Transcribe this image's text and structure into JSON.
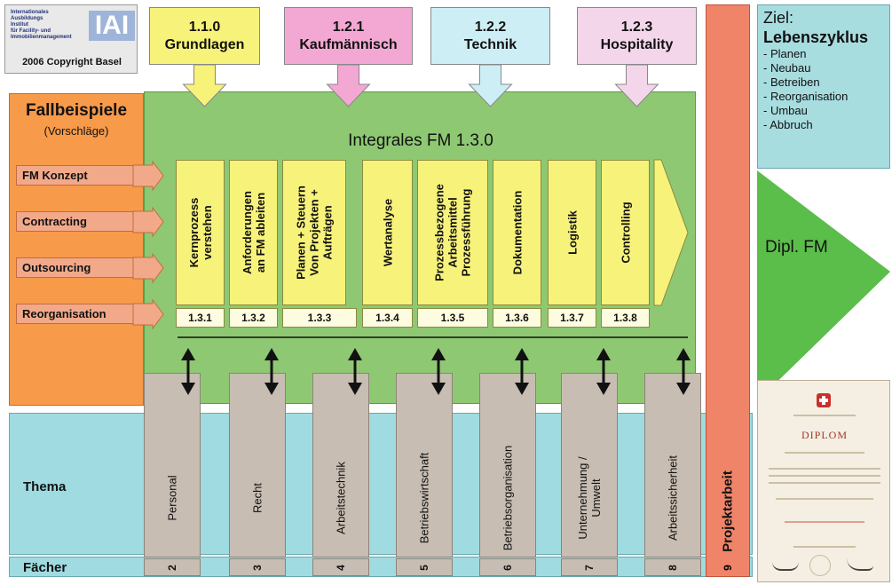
{
  "logo": {
    "lines": [
      "Internationales",
      "Ausbildungs",
      "Institut",
      "für Facility- und Immobilienmanagement"
    ],
    "abbr": "IAI",
    "copyright": "2006 Copyright Basel"
  },
  "modules": [
    {
      "num": "1.1.0",
      "name": "Grundlagen",
      "color": "#f7f27a"
    },
    {
      "num": "1.2.1",
      "name": "Kaufmännisch",
      "color": "#f2a8d3"
    },
    {
      "num": "1.2.2",
      "name": "Technik",
      "color": "#cdeef5"
    },
    {
      "num": "1.2.3",
      "name": "Hospitality",
      "color": "#f3d6ea"
    }
  ],
  "fallbeispiele": {
    "title": "Fallbeispiele",
    "subtitle": "(Vorschläge)",
    "items": [
      "FM Konzept",
      "Contracting",
      "Outsourcing",
      "Reorganisation"
    ]
  },
  "integrales": {
    "title": "Integrales FM 1.3.0",
    "processes": [
      {
        "label": "Kernprozess\nverstehen",
        "num": "1.3.1"
      },
      {
        "label": "Anforderungen\nan FM ableiten",
        "num": "1.3.2"
      },
      {
        "label": "Planen + Steuern\nVon Projekten +\nAufträgen",
        "num": "1.3.3"
      },
      {
        "label": "Wertanalyse",
        "num": "1.3.4"
      },
      {
        "label": "Prozessbezogene\nArbeitsmittel\nProzessführung",
        "num": "1.3.5"
      },
      {
        "label": "Dokumentation",
        "num": "1.3.6"
      },
      {
        "label": "Logistik",
        "num": "1.3.7"
      },
      {
        "label": "Controlling",
        "num": "1.3.8"
      }
    ]
  },
  "thema_label": "Thema",
  "faecher_label": "Fächer",
  "faecher": [
    {
      "name": "Personal",
      "num": "2"
    },
    {
      "name": "Recht",
      "num": "3"
    },
    {
      "name": "Arbeitstechnik",
      "num": "4"
    },
    {
      "name": "Betriebswirtschaft",
      "num": "5"
    },
    {
      "name": "Betriebsorganisation",
      "num": "6"
    },
    {
      "name": "Unternehmung /\nUmwelt",
      "num": "7"
    },
    {
      "name": "Arbeitssicherheit",
      "num": "8"
    }
  ],
  "projektarbeit": {
    "label": "Projektarbeit",
    "num": "9"
  },
  "ziel": {
    "heading": "Ziel:",
    "title": "Lebenszyklus",
    "items": [
      "- Planen",
      "- Neubau",
      "- Betreiben",
      "- Reorganisation",
      "- Umbau",
      "- Abbruch"
    ]
  },
  "outcome": "Dipl. FM",
  "diplom": {
    "title": "DIPLOM"
  }
}
